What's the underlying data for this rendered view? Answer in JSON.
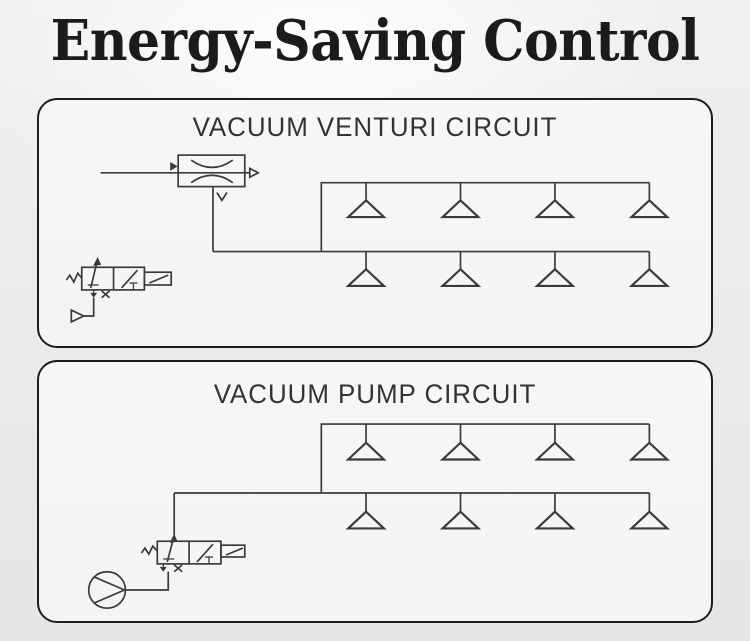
{
  "title": "Energy-Saving Control",
  "panels": [
    {
      "title": "VACUUM VENTURI CIRCUIT",
      "components": [
        "venturi-ejector-icon",
        "manual-3-2-valve-icon",
        "exhaust-silencer-icon",
        "suction-cup-icon"
      ],
      "suction_cup_rows": 2,
      "suction_cups_per_row": 4,
      "total_suction_cups": 8
    },
    {
      "title": "VACUUM PUMP CIRCUIT",
      "components": [
        "vacuum-pump-icon",
        "manual-3-2-valve-icon",
        "suction-cup-icon"
      ],
      "suction_cup_rows": 2,
      "suction_cups_per_row": 4,
      "total_suction_cups": 8
    }
  ],
  "colors": {
    "line": "#3a3a3a",
    "panel_border": "#1d1d1d",
    "panel_fill": "#f6f6f5",
    "background": "#eaeae9",
    "title_text": "#1b1b1b",
    "panel_title_text": "#333333"
  }
}
